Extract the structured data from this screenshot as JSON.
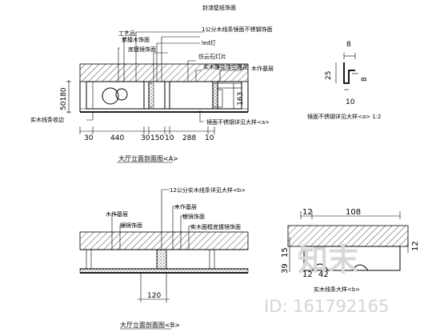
{
  "sectionA": {
    "title": "大厅立面剖面图<A>",
    "labels": {
      "wallpaper": "封漆壁纸饰面",
      "craftware": "工艺品",
      "wood_veneer": "紫檀木饰面",
      "stainless_trim": "1公分木线条镜面不锈钢饰面",
      "led": "led灯",
      "mirror": "底镀镜饰面",
      "downlight": "仿云石灯片",
      "carved_panel": "实木雕花漆空雕花",
      "wood_base": "木作基层",
      "wood_trim": "实木线条收边",
      "detail_ref": "镜面不锈钢详见大样<a>"
    },
    "dims_bottom": [
      "30",
      "440",
      "30",
      "150",
      "10",
      "288",
      "10"
    ],
    "dims_left": "50180",
    "dim_right": "163"
  },
  "detailA": {
    "dim_top": "8",
    "dim_left": "25",
    "dim_right": "8",
    "dim_bottom": "10",
    "caption": "镜面不锈钢详见大样<a> 1:2"
  },
  "sectionB": {
    "title": "大厅立面剖面图<B>",
    "labels": {
      "trim_ref": "12公分实木线条详见大样<b>",
      "wood_base1": "木作基层",
      "wood_base2": "木作基层",
      "mirror1": "银镜饰面",
      "mirror2": "银镜饰面",
      "wood_frame": "实木圈框底镀镜饰面"
    },
    "dim_bottom": "120"
  },
  "detailB": {
    "dim_left": "12",
    "dim_top": "108",
    "dims_left_col": [
      "15",
      "39"
    ],
    "dim_right": "12",
    "dim_bottom_a": "12",
    "dim_bottom_b": "42",
    "caption": "实木线条大样<b>"
  },
  "watermark": {
    "logo": "知末",
    "id": "ID: 161792165"
  }
}
